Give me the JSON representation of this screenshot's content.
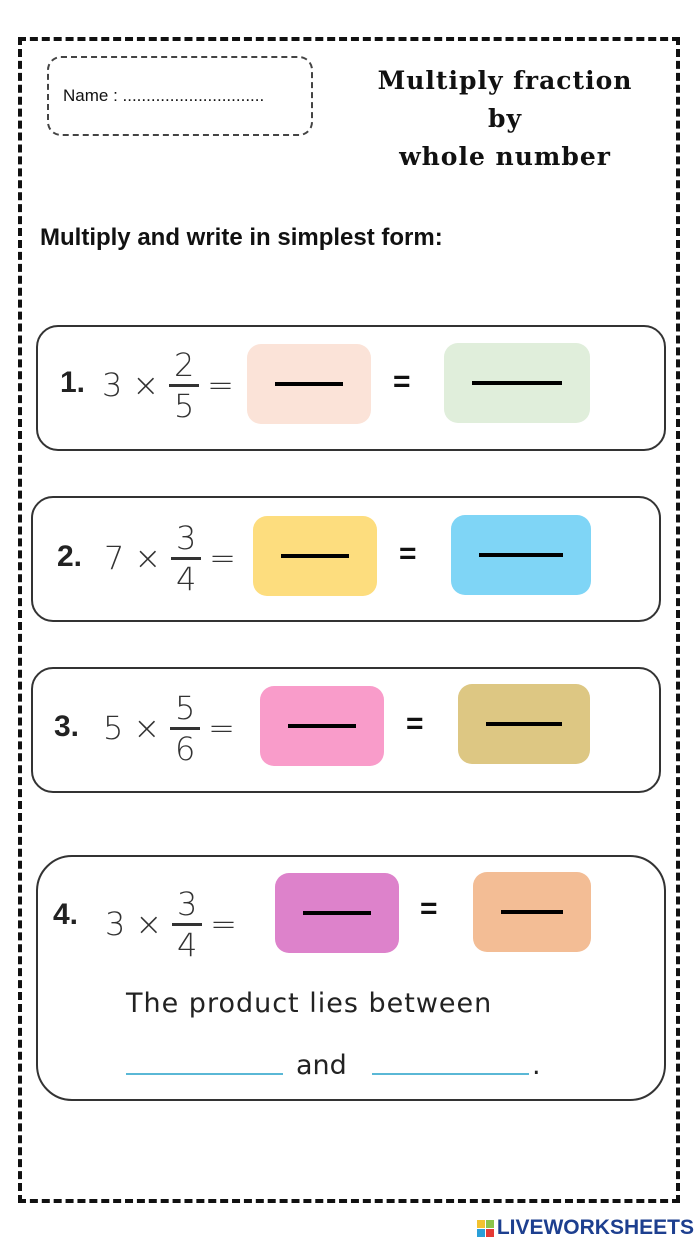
{
  "worksheet": {
    "name_label": "Name : ..............................",
    "title_lines": [
      "Multiply fraction",
      "by",
      "whole number"
    ],
    "instruction": "Multiply and write in simplest form:"
  },
  "problems": [
    {
      "number": "1.",
      "whole": "3",
      "times": "×",
      "numerator": "2",
      "denominator": "5",
      "equals": "=",
      "box1_color": "#fbe3d8",
      "box2_color": "#e0eedb",
      "middle_equals": "="
    },
    {
      "number": "2.",
      "whole": "7",
      "times": "×",
      "numerator": "3",
      "denominator": "4",
      "equals": "=",
      "box1_color": "#fddd7e",
      "box2_color": "#7fd5f6",
      "middle_equals": "="
    },
    {
      "number": "3.",
      "whole": "5",
      "times": "×",
      "numerator": "5",
      "denominator": "6",
      "equals": "=",
      "box1_color": "#f99cca",
      "box2_color": "#ddc783",
      "middle_equals": "="
    },
    {
      "number": "4.",
      "whole": "3",
      "times": "×",
      "numerator": "3",
      "denominator": "4",
      "equals": "=",
      "box1_color": "#dd82cb",
      "box2_color": "#f3bd95",
      "middle_equals": "="
    }
  ],
  "problem4_extra": {
    "sentence": "The product lies between",
    "connector": "and",
    "end_punct": "."
  },
  "footer": {
    "brand": "LIVEWORKSHEETS",
    "logo_letters": [
      "L",
      "I",
      "V",
      "E"
    ],
    "logo_colors": [
      "#f2c230",
      "#8bc34a",
      "#2a9fd8",
      "#e53935"
    ]
  }
}
